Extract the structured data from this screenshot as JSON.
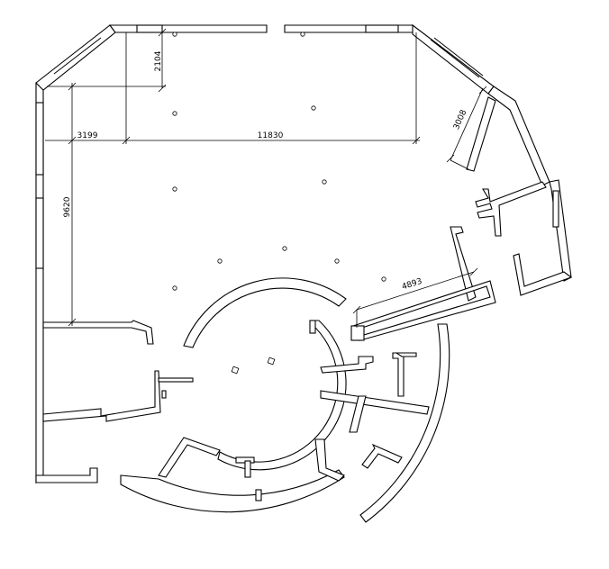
{
  "dimensions": {
    "d_2104": "2104",
    "d_3199": "3199",
    "d_11830": "11830",
    "d_9620": "9620",
    "d_3008": "3008",
    "d_4893": "4893"
  }
}
